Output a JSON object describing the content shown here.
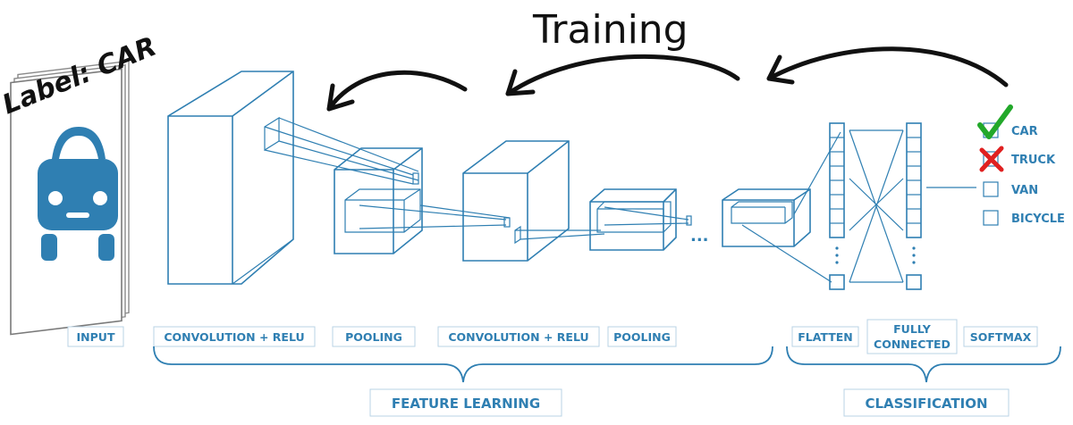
{
  "title": "Training",
  "input_label": "Label: CAR",
  "stages": {
    "input": "INPUT",
    "conv1": "CONVOLUTION + RELU",
    "pool1": "POOLING",
    "conv2": "CONVOLUTION + RELU",
    "pool2": "POOLING",
    "flatten": "FLATTEN",
    "fc_line1": "FULLY",
    "fc_line2": "CONNECTED",
    "softmax": "SOFTMAX"
  },
  "groups": {
    "feature_learning": "FEATURE LEARNING",
    "classification": "CLASSIFICATION"
  },
  "ellipsis": "...",
  "outputs": [
    {
      "label": "CAR",
      "mark": "check"
    },
    {
      "label": "TRUCK",
      "mark": "cross"
    },
    {
      "label": "VAN",
      "mark": "none"
    },
    {
      "label": "BICYCLE",
      "mark": "none"
    }
  ],
  "colors": {
    "accent": "#2f7fb2",
    "check": "#22a82a",
    "cross": "#e02020",
    "ink": "#111111"
  }
}
